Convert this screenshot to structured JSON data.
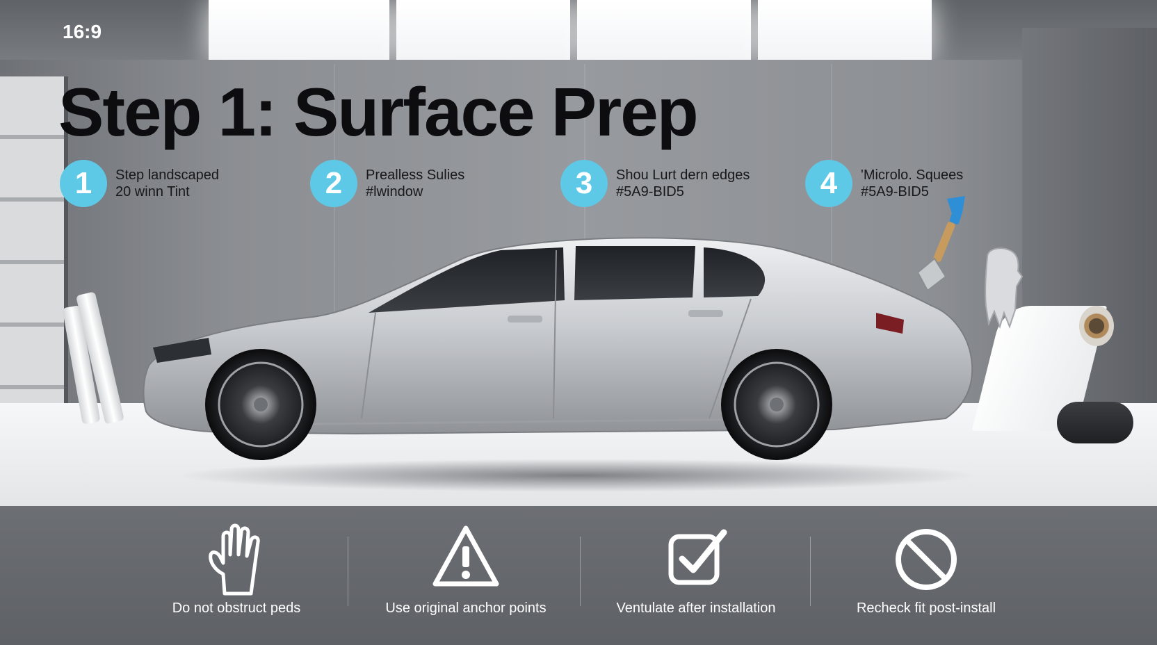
{
  "badge": {
    "aspect_ratio": "16:9"
  },
  "title": "Step 1: Surface Prep",
  "steps": [
    {
      "number": "1",
      "line1": "Step landscaped",
      "line2": "20 winn Tint"
    },
    {
      "number": "2",
      "line1": "Prealless Sulies",
      "line2": "#lwindow"
    },
    {
      "number": "3",
      "line1": "Shou Lurt dern edges",
      "line2": "#5A9-BID5"
    },
    {
      "number": "4",
      "line1": "'Microlo. Squees",
      "line2": "#5A9-BID5"
    }
  ],
  "info_bar": [
    {
      "icon": "glove-icon",
      "label": "Do not obstruct peds"
    },
    {
      "icon": "warning-icon",
      "label": "Use original anchor points"
    },
    {
      "icon": "checkbox-icon",
      "label": "Ventulate after installation"
    },
    {
      "icon": "prohibited-icon",
      "label": "Recheck fit post-install"
    }
  ],
  "colors": {
    "step_accent": "#5ec9e6",
    "title_text": "#0d0d0f",
    "info_bar_bg": "#65686d",
    "car_body": "#c9ccd0"
  }
}
